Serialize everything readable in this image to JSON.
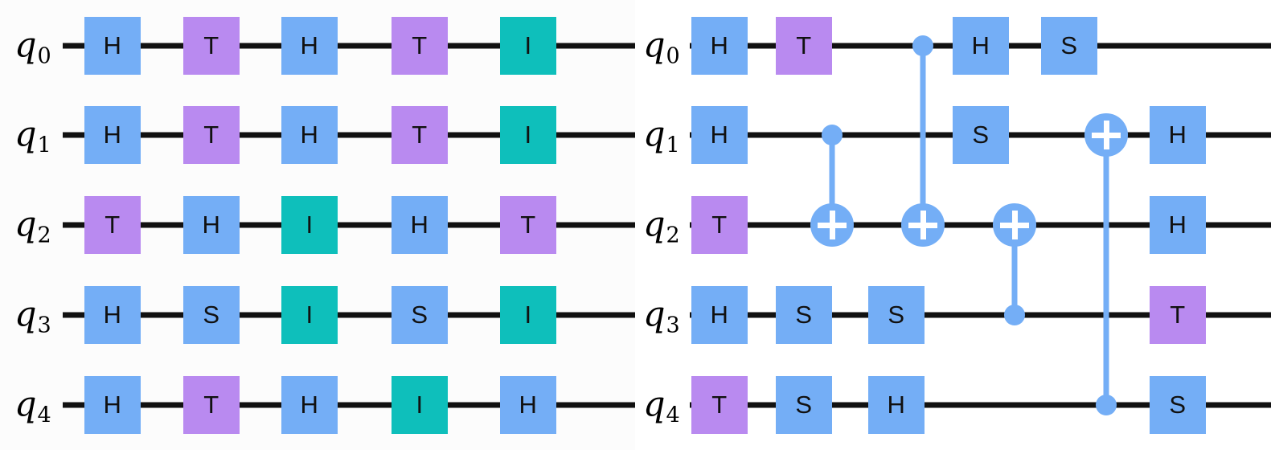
{
  "figure": {
    "title": "Quantum circuit diagrams (two panels)",
    "panels": 2,
    "qubit_count": 5
  },
  "colors": {
    "gate_blue": "#74aef6",
    "gate_purple": "#b98af0",
    "gate_teal": "#0ebfbb",
    "wire": "#111111",
    "glyph": "#111111",
    "target_cross": "#ffffff",
    "background_left": "#fcfcfc",
    "background_right": "#ffffff"
  },
  "qubits": [
    {
      "label": "q",
      "index": "0"
    },
    {
      "label": "q",
      "index": "1"
    },
    {
      "label": "q",
      "index": "2"
    },
    {
      "label": "q",
      "index": "3"
    },
    {
      "label": "q",
      "index": "4"
    }
  ],
  "left_circuit": {
    "name": "left-circuit",
    "moments": 5,
    "rows": [
      {
        "qubit": "q0",
        "gates": [
          "H",
          "T",
          "H",
          "T",
          "I"
        ],
        "colors": [
          "blue",
          "purple",
          "blue",
          "purple",
          "teal"
        ]
      },
      {
        "qubit": "q1",
        "gates": [
          "H",
          "T",
          "H",
          "T",
          "I"
        ],
        "colors": [
          "blue",
          "purple",
          "blue",
          "purple",
          "teal"
        ]
      },
      {
        "qubit": "q2",
        "gates": [
          "T",
          "H",
          "I",
          "H",
          "T"
        ],
        "colors": [
          "purple",
          "blue",
          "teal",
          "blue",
          "purple"
        ]
      },
      {
        "qubit": "q3",
        "gates": [
          "H",
          "S",
          "I",
          "S",
          "I"
        ],
        "colors": [
          "blue",
          "blue",
          "teal",
          "blue",
          "teal"
        ]
      },
      {
        "qubit": "q4",
        "gates": [
          "H",
          "T",
          "H",
          "I",
          "H"
        ],
        "colors": [
          "blue",
          "purple",
          "blue",
          "teal",
          "blue"
        ]
      }
    ]
  },
  "right_circuit": {
    "name": "right-circuit",
    "rows": [
      {
        "qubit": "q0",
        "gates": [
          "H",
          "T",
          "H",
          "S"
        ],
        "colors": [
          "blue",
          "purple",
          "blue",
          "blue"
        ]
      },
      {
        "qubit": "q1",
        "gates": [
          "H",
          "S",
          "H"
        ],
        "colors": [
          "blue",
          "blue",
          "blue"
        ]
      },
      {
        "qubit": "q2",
        "gates": [
          "T",
          "H"
        ],
        "colors": [
          "purple",
          "blue"
        ]
      },
      {
        "qubit": "q3",
        "gates": [
          "H",
          "S",
          "S",
          "T"
        ],
        "colors": [
          "blue",
          "blue",
          "blue",
          "purple"
        ]
      },
      {
        "qubit": "q4",
        "gates": [
          "T",
          "S",
          "H",
          "S"
        ],
        "colors": [
          "purple",
          "blue",
          "blue",
          "blue"
        ]
      }
    ],
    "cnots": [
      {
        "name": "cnot-q1-q2",
        "control": "q1",
        "target": "q2"
      },
      {
        "name": "cnot-q0-q2",
        "control": "q0",
        "target": "q2"
      },
      {
        "name": "cnot-q3-q2",
        "control": "q3",
        "target": "q2"
      },
      {
        "name": "cnot-q4-q1",
        "control": "q4",
        "target": "q1"
      }
    ]
  }
}
